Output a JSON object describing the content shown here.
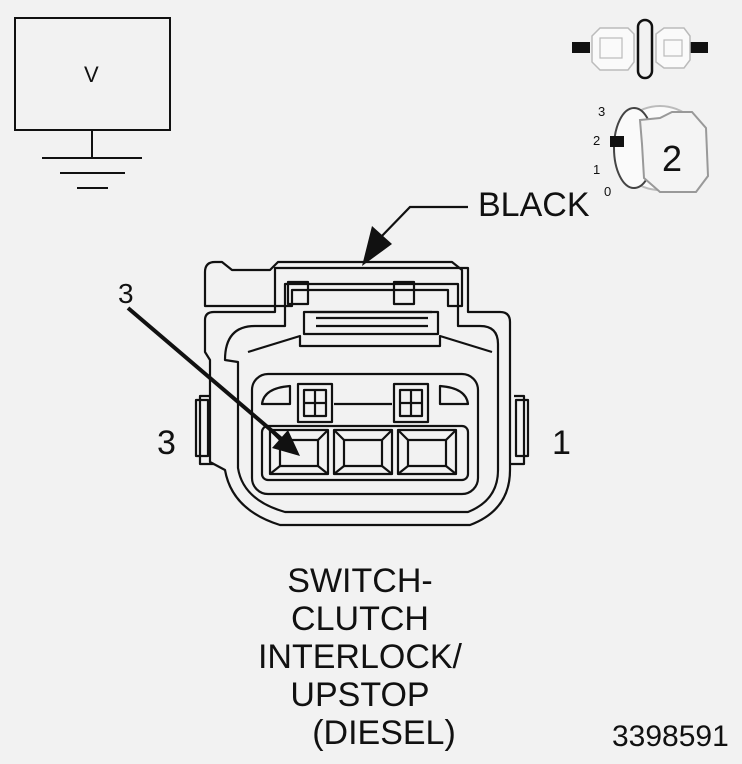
{
  "meter": {
    "symbol": "V"
  },
  "key_switch": {
    "positions": [
      "3",
      "2",
      "1",
      "0"
    ],
    "position_value": "2"
  },
  "connector": {
    "color_label": "BLACK",
    "arrow_pin_label": "3",
    "left_pin_label": "3",
    "right_pin_label": "1",
    "name_lines": [
      "SWITCH-",
      "CLUTCH",
      "INTERLOCK/",
      "UPSTOP",
      "(DIESEL)"
    ]
  },
  "figure_id": "3398591"
}
